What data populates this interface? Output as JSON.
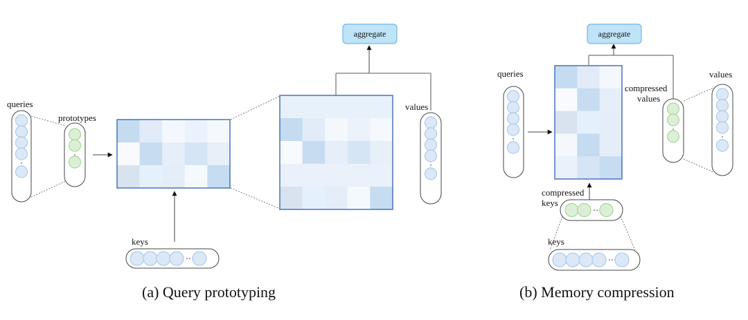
{
  "colors": {
    "query_circle_fill": "#dce8f6",
    "query_circle_stroke": "#a9cbee",
    "proto_circle_fill": "#dcefd6",
    "proto_circle_stroke": "#a8d69a",
    "matrix_border": "#4a72b8",
    "aggregate_fill": "#bfe3f7",
    "aggregate_stroke": "#6db9e8",
    "line": "#555555"
  },
  "panel_a": {
    "caption": "(a)  Query prototyping",
    "labels": {
      "queries": "queries",
      "prototypes": "prototypes",
      "keys": "keys",
      "values": "values",
      "aggregate": "aggregate"
    },
    "small_matrix": [
      [
        "#c4dbf0",
        "#e1ecf8",
        "#f4f8fd",
        "#ebf2fb",
        "#f5f9fd"
      ],
      [
        "#f8fafd",
        "#c7dcf1",
        "#e5eef9",
        "#d6e5f5",
        "#e7eff9"
      ],
      [
        "#d8e3ef",
        "#e4f0fc",
        "#e4edf8",
        "#f4f9fe",
        "#c6dcf1"
      ]
    ],
    "large_matrix": [
      [
        "#e8f0fa",
        "#e8f0fa",
        "#e8f0fa",
        "#e8f0fa",
        "#e8f0fa"
      ],
      [
        "#c4dbf0",
        "#e1ecf8",
        "#f4f8fd",
        "#ebf2fb",
        "#f5f9fd"
      ],
      [
        "#f8fafd",
        "#c7dcf1",
        "#e5eef9",
        "#d6e5f5",
        "#e7eff9"
      ],
      [
        "#eaf1fa",
        "#eaf1fa",
        "#eaf1fa",
        "#eaf1fa",
        "#eaf1fa"
      ],
      [
        "#d8e3ef",
        "#e4f0fc",
        "#e4edf8",
        "#f4f9fe",
        "#c6dcf1"
      ]
    ]
  },
  "panel_b": {
    "caption": "(b)  Memory compression",
    "labels": {
      "queries": "queries",
      "compressed_keys_1": "compressed",
      "compressed_keys_2": "keys",
      "keys": "keys",
      "compressed_values_1": "compressed",
      "compressed_values_2": "values",
      "values": "values",
      "aggregate": "aggregate"
    },
    "matrix": [
      [
        "#c4dbf0",
        "#e1ecf8",
        "#f4f8fd"
      ],
      [
        "#f8fafd",
        "#c7dcf1",
        "#e5eef9"
      ],
      [
        "#d8e3ef",
        "#e4f0fc",
        "#e4edf8"
      ],
      [
        "#f4f8fd",
        "#c4dbf0",
        "#e4edf8"
      ],
      [
        "#eaf1fa",
        "#d6e5f5",
        "#c6dcf1"
      ]
    ]
  }
}
